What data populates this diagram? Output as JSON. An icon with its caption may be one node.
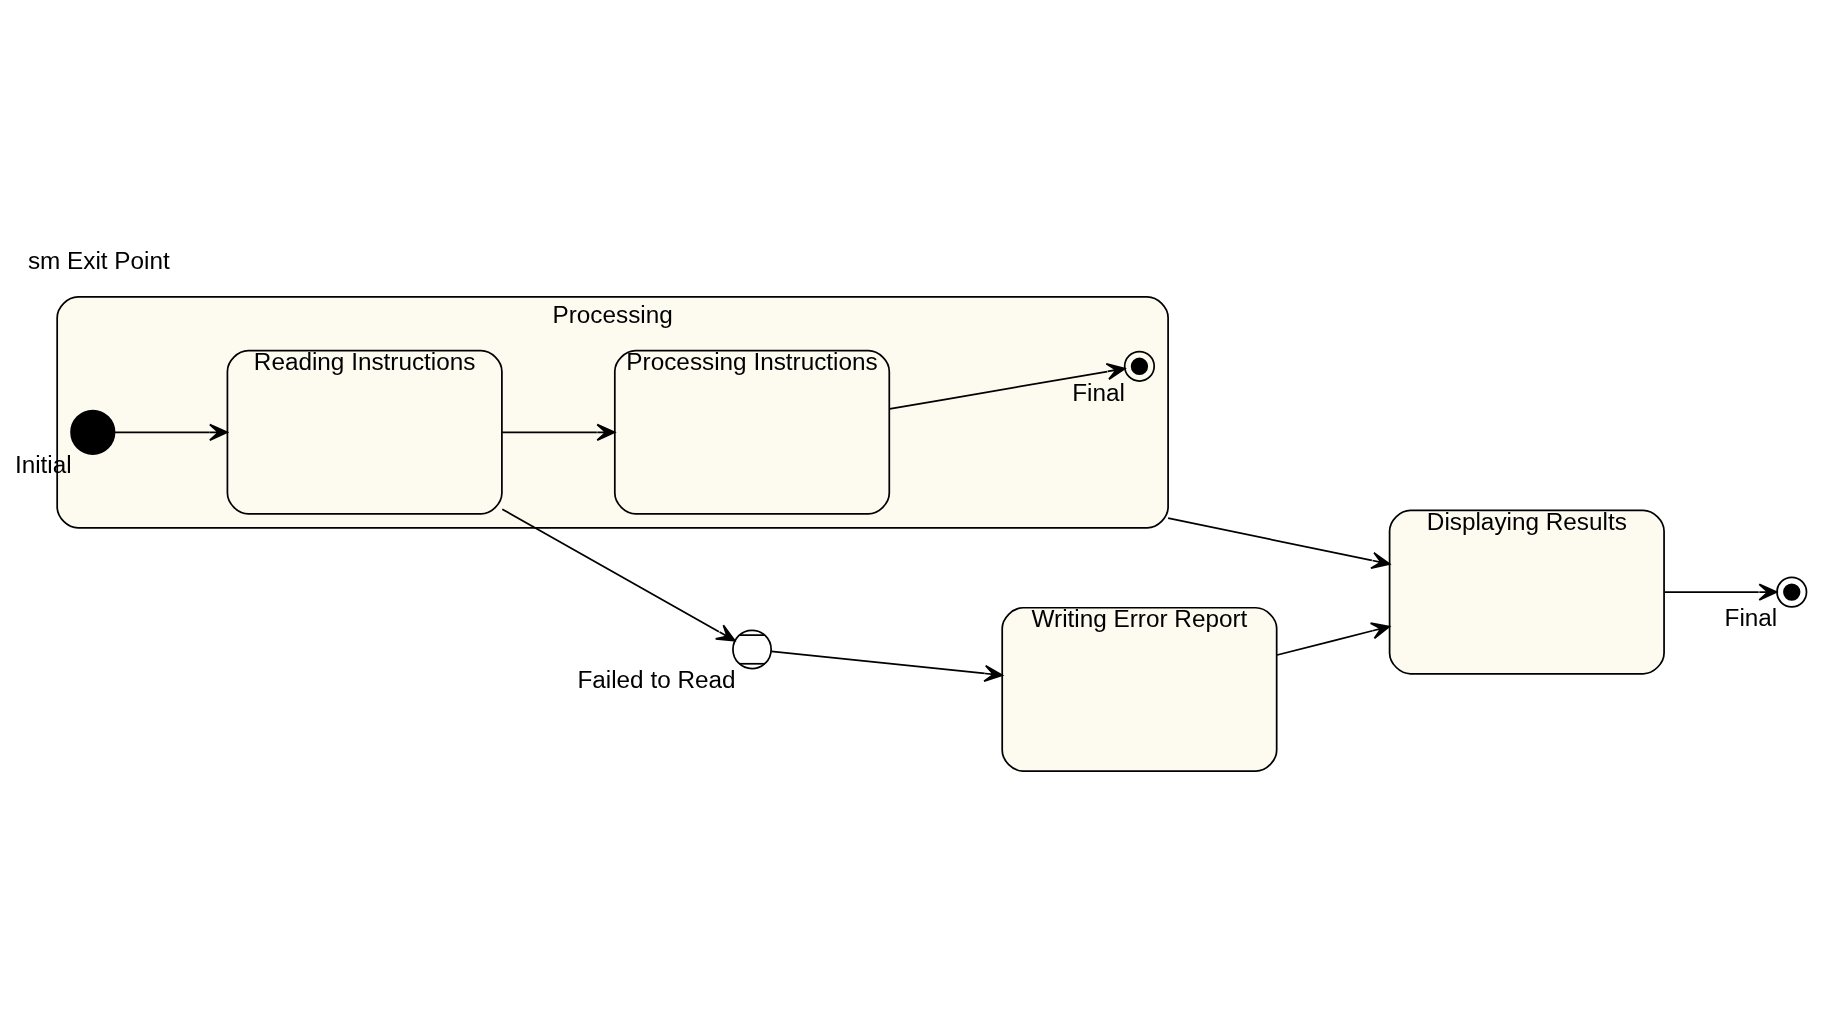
{
  "diagram": {
    "title": "sm Exit Point",
    "nodes": [
      {
        "text": [
          "Processing"
        ]
      },
      {
        "text": [],
        "shape": "circle",
        "in": 0,
        "beside": [
          "Initial"
        ]
      },
      {
        "text": [
          "Reading Instructions"
        ],
        "in": 0
      },
      {
        "text": [
          "Processing Instructions"
        ],
        "in": 0
      },
      {
        "text": [],
        "shape": "circle",
        "in": 0,
        "beside": [
          "Final"
        ]
      },
      {
        "text": [],
        "shape": "circle",
        "beside": [
          "Failed to Read"
        ]
      },
      {
        "text": [
          "Writing Error Report"
        ]
      },
      {
        "text": [
          "Displaying Results"
        ]
      },
      {
        "text": [],
        "shape": "circle",
        "beside": [
          "Final"
        ]
      }
    ],
    "edges": [
      {
        "from": 1,
        "to": 2,
        "arrow": "to"
      },
      {
        "from": 2,
        "to": 5,
        "arrow": "to"
      },
      {
        "from": 2,
        "to": 3,
        "arrow": "to"
      },
      {
        "from": 3,
        "to": 4,
        "arrow": "to"
      },
      {
        "from": 5,
        "to": 6,
        "arrow": "to"
      },
      {
        "from": 6,
        "to": 7,
        "arrow": "to"
      },
      {
        "from": 0,
        "to": 7,
        "arrow": "to"
      },
      {
        "from": 7,
        "to": 8,
        "arrow": "to"
      }
    ]
  }
}
